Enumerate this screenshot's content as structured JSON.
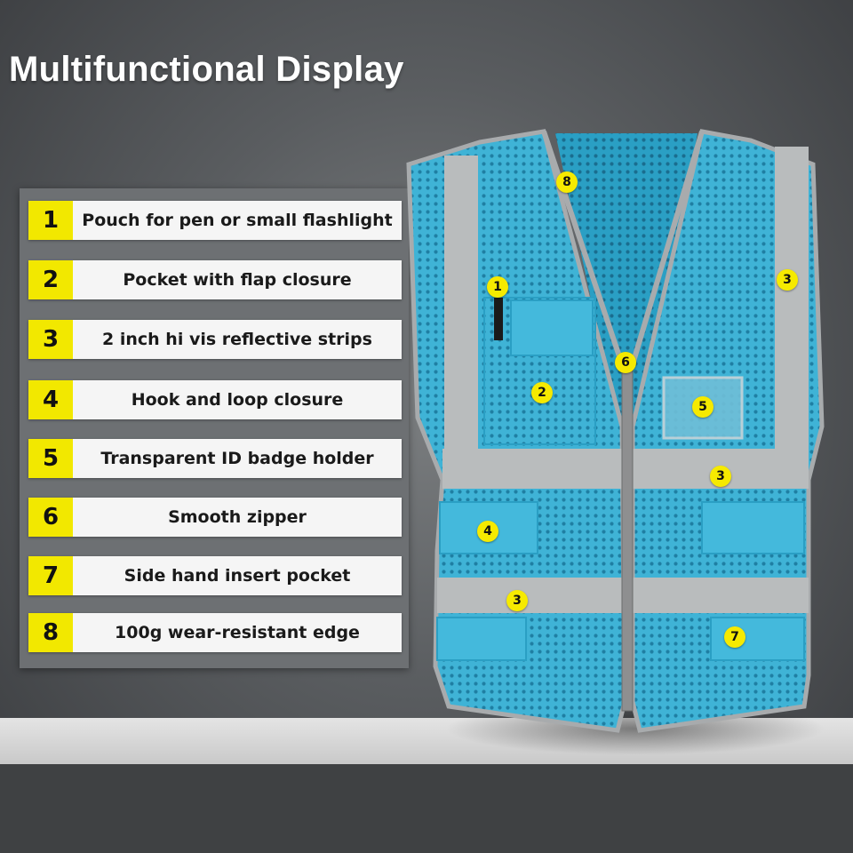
{
  "title": "Multifunctional Display",
  "features": [
    {
      "num": "1",
      "text": "Pouch for pen or small flashlight"
    },
    {
      "num": "2",
      "text": "Pocket with  flap closure"
    },
    {
      "num": "3",
      "text": "2 inch hi vis reflective strips"
    },
    {
      "num": "4",
      "text": "Hook and loop closure"
    },
    {
      "num": "5",
      "text": "Transparent ID badge holder"
    },
    {
      "num": "6",
      "text": "Smooth zipper"
    },
    {
      "num": "7",
      "text": "Side hand insert pocket"
    },
    {
      "num": "8",
      "text": "100g wear-resistant edge"
    }
  ],
  "callouts": [
    "8",
    "1",
    "3",
    "6",
    "2",
    "5",
    "3",
    "4",
    "3",
    "7"
  ],
  "colors": {
    "vest_mesh": "#3fb3d6",
    "reflective_strip": "#b9bcbd",
    "badge": "#f6ea00",
    "number_box": "#f2e800"
  }
}
